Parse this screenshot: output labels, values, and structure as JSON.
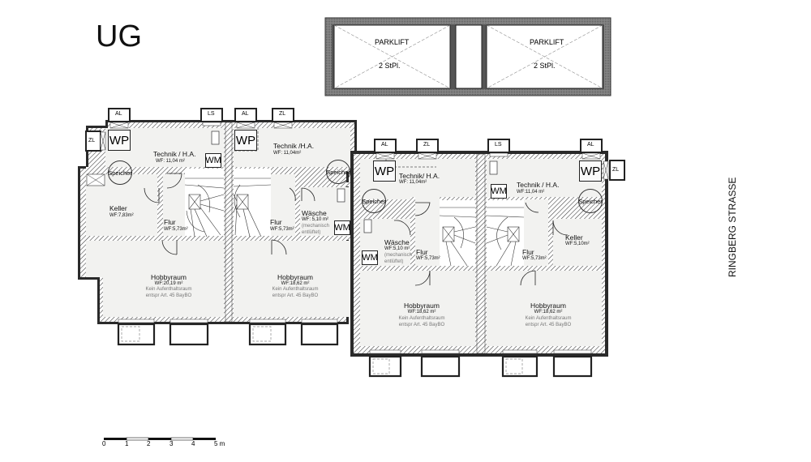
{
  "floor": {
    "title": "UG",
    "street_label": "RINGBERG STRASSE"
  },
  "parking": {
    "bays": [
      {
        "label": "PARKLIFT",
        "capacity": "2 StPl."
      },
      {
        "label": "PARKLIFT",
        "capacity": "2 StPl."
      }
    ]
  },
  "units": [
    {
      "technik": {
        "name": "Technik / H.A.",
        "area": "WF: 11,04 m²"
      },
      "keller": {
        "name": "Keller",
        "area": "WF:7,83m²"
      },
      "flur": {
        "name": "Flur",
        "area": "WF:5,73m²"
      },
      "hobby": {
        "name": "Hobbyraum",
        "area": "WF:20,19 m²",
        "note1": "Kein Aufenthaltsraum",
        "note2": "entspr Art.  45  BayBO"
      },
      "tags": {
        "al": "AL",
        "ls": "LS",
        "zl": "ZL",
        "wp": "WP",
        "wm": "WM",
        "speicher": "Speicher"
      }
    },
    {
      "technik": {
        "name": "Technik /H.A.",
        "area": "WF: 11,04m²"
      },
      "waesche": {
        "name": "Wäsche",
        "area": "WF: 5,10 m²",
        "note1": "(mechanisch",
        "note2": "entlüftet)"
      },
      "flur": {
        "name": "Flur",
        "area": "WF:5,73m²"
      },
      "hobby": {
        "name": "Hobbyraum",
        "area": "WF:18,62 m²",
        "note1": "Kein Aufenthaltsraum",
        "note2": "entspr Art.  45  BayBO"
      },
      "tags": {
        "al": "AL",
        "zl": "ZL",
        "wp": "WP",
        "wm": "WM",
        "speicher": "Speicher"
      }
    },
    {
      "technik": {
        "name": "Technik/ H.A.",
        "area": "WF: 11,04m²"
      },
      "waesche": {
        "name": "Wäsche",
        "area": "WF:5,10 m²",
        "note1": "(mechanisch",
        "note2": "entlüftet)"
      },
      "flur": {
        "name": "Flur",
        "area": "WF:5,73m²"
      },
      "hobby": {
        "name": "Hobbyraum",
        "area": "WF:18,62 m²",
        "note1": "Kein Aufenthaltsraum",
        "note2": "entspr Art.  45  BayBO"
      },
      "tags": {
        "al": "AL",
        "zl": "ZL",
        "wp": "WP",
        "wm": "WM",
        "speicher": "Speicher"
      }
    },
    {
      "technik": {
        "name": "Technik / H.A.",
        "area": "WF:11,04 m²"
      },
      "keller": {
        "name": "Keller",
        "area": "WF:5,10m²"
      },
      "flur": {
        "name": "Flur",
        "area": "WF:5,73m²"
      },
      "hobby": {
        "name": "Hobbyraum",
        "area": "WF:18,62 m²",
        "note1": "Kein Aufenthaltsraum",
        "note2": "entspr Art.  45  BayBO"
      },
      "tags": {
        "al": "AL",
        "ls": "LS",
        "zl": "ZL",
        "wp": "WP",
        "wm": "WM",
        "speicher": "Speicher"
      }
    }
  ],
  "scale_bar": {
    "ticks": [
      "0",
      "1",
      "2",
      "3",
      "4",
      "5 m"
    ]
  }
}
